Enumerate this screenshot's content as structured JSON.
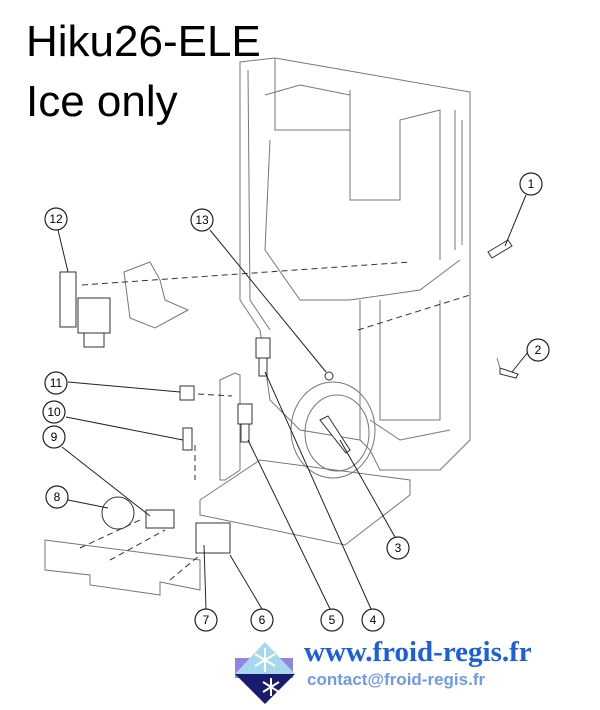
{
  "title": {
    "line1": "Hiku26-ELE",
    "line2": "Ice only"
  },
  "callouts": [
    {
      "label": "1"
    },
    {
      "label": "2"
    },
    {
      "label": "3"
    },
    {
      "label": "4"
    },
    {
      "label": "5"
    },
    {
      "label": "6"
    },
    {
      "label": "7"
    },
    {
      "label": "8"
    },
    {
      "label": "9"
    },
    {
      "label": "10"
    },
    {
      "label": "11"
    },
    {
      "label": "12"
    },
    {
      "label": "13"
    }
  ],
  "footer": {
    "website": "www.froid-regis.fr",
    "email": "contact@froid-regis.fr"
  }
}
